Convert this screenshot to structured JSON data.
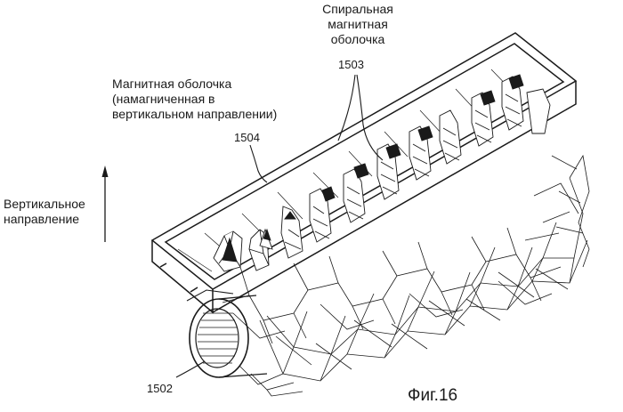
{
  "labels": {
    "spiral_shell": [
      "Спиральная",
      "магнитная",
      "оболочка"
    ],
    "spiral_shell_ref": "1503",
    "magnetic_shell": [
      "Магнитная оболочка",
      "(намагниченная в",
      "вертикальном направлении)"
    ],
    "magnetic_shell_ref": "1504",
    "vertical_direction": [
      "Вертикальное",
      "направление"
    ],
    "core_ref": "1502",
    "figure_caption": "Фиг.16"
  }
}
